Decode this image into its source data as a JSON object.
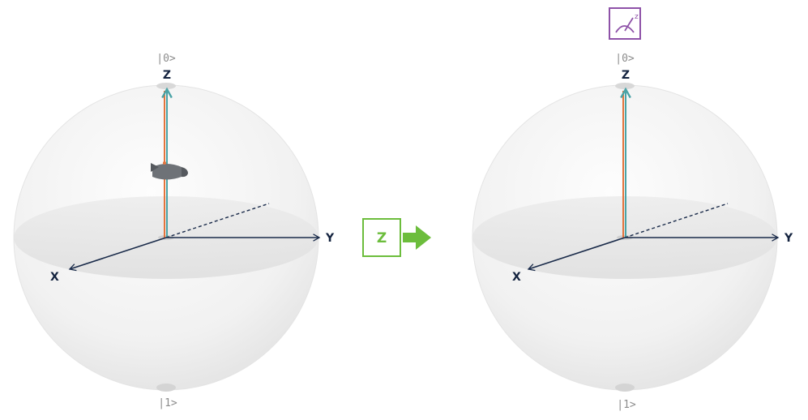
{
  "left_sphere": {
    "ket_top": "|0>",
    "ket_bottom": "|1>",
    "axis_z": "Z",
    "axis_y": "Y",
    "axis_x": "X"
  },
  "gate": {
    "label": "Z",
    "color": "#6cbd3c"
  },
  "right_sphere": {
    "ket_top": "|0>",
    "ket_bottom": "|1>",
    "axis_z": "Z",
    "axis_y": "Y",
    "axis_x": "X"
  },
  "measurement": {
    "icon": "measurement-icon",
    "label": "z",
    "color": "#8e52a8"
  },
  "colors": {
    "axis": "#1a2b4a",
    "state_vector_teal": "#4aa3a6",
    "state_vector_orange": "#e3743d"
  }
}
